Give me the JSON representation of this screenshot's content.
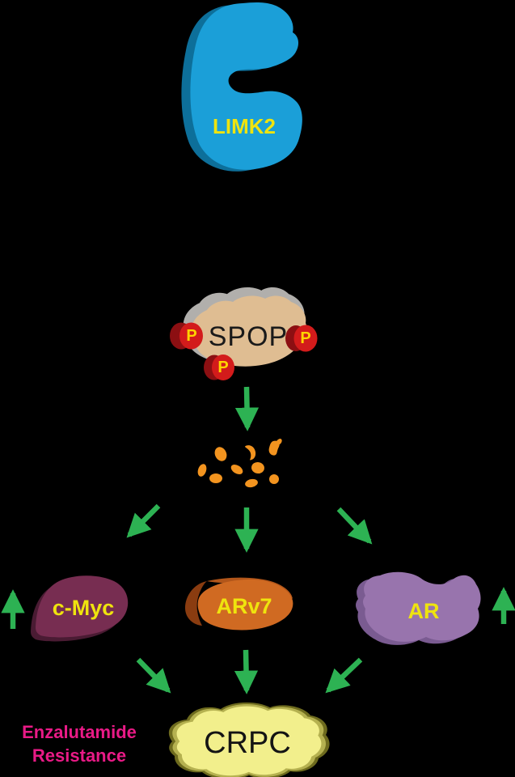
{
  "diagram": {
    "nodes": {
      "limk2": {
        "label": "LIMK2"
      },
      "spop": {
        "label": "SPOP",
        "phospho_label": "P"
      },
      "cmyc": {
        "label": "c-Myc"
      },
      "arv7": {
        "label": "ARv7"
      },
      "ar": {
        "label": "AR"
      },
      "crpc": {
        "label": "CRPC"
      }
    },
    "annotations": {
      "resistance_line1": "Enzalutamide",
      "resistance_line2": "Resistance"
    }
  },
  "colors": {
    "background": "#000000",
    "limk2_fill": "#1b9fd8",
    "limk2_shadow": "#0d6f9a",
    "spop_fill": "#dfbd92",
    "spop_shadow": "#b1afac",
    "phospho_fill": "#d31b1b",
    "phospho_shadow": "#8c0f12",
    "phospho_text": "#ffd400",
    "arrow_green": "#2db253",
    "fragment_orange": "#f3941f",
    "cmyc_fill": "#772d51",
    "cmyc_shadow": "#4a1b33",
    "arv7_fill": "#d06a22",
    "arv7_shadow": "#8a3c10",
    "arv7_ridge": "#b2561a",
    "ar_fill": "#9874ad",
    "ar_shadow": "#7a5b91",
    "crpc_fill": "#f2ef8c",
    "crpc_mid": "#b5b150",
    "crpc_edge": "#6e6b1e",
    "label_yellow": "#efe40e",
    "spop_text": "#1a1a1a",
    "crpc_text": "#141414",
    "resistance_text": "#e91a86"
  }
}
